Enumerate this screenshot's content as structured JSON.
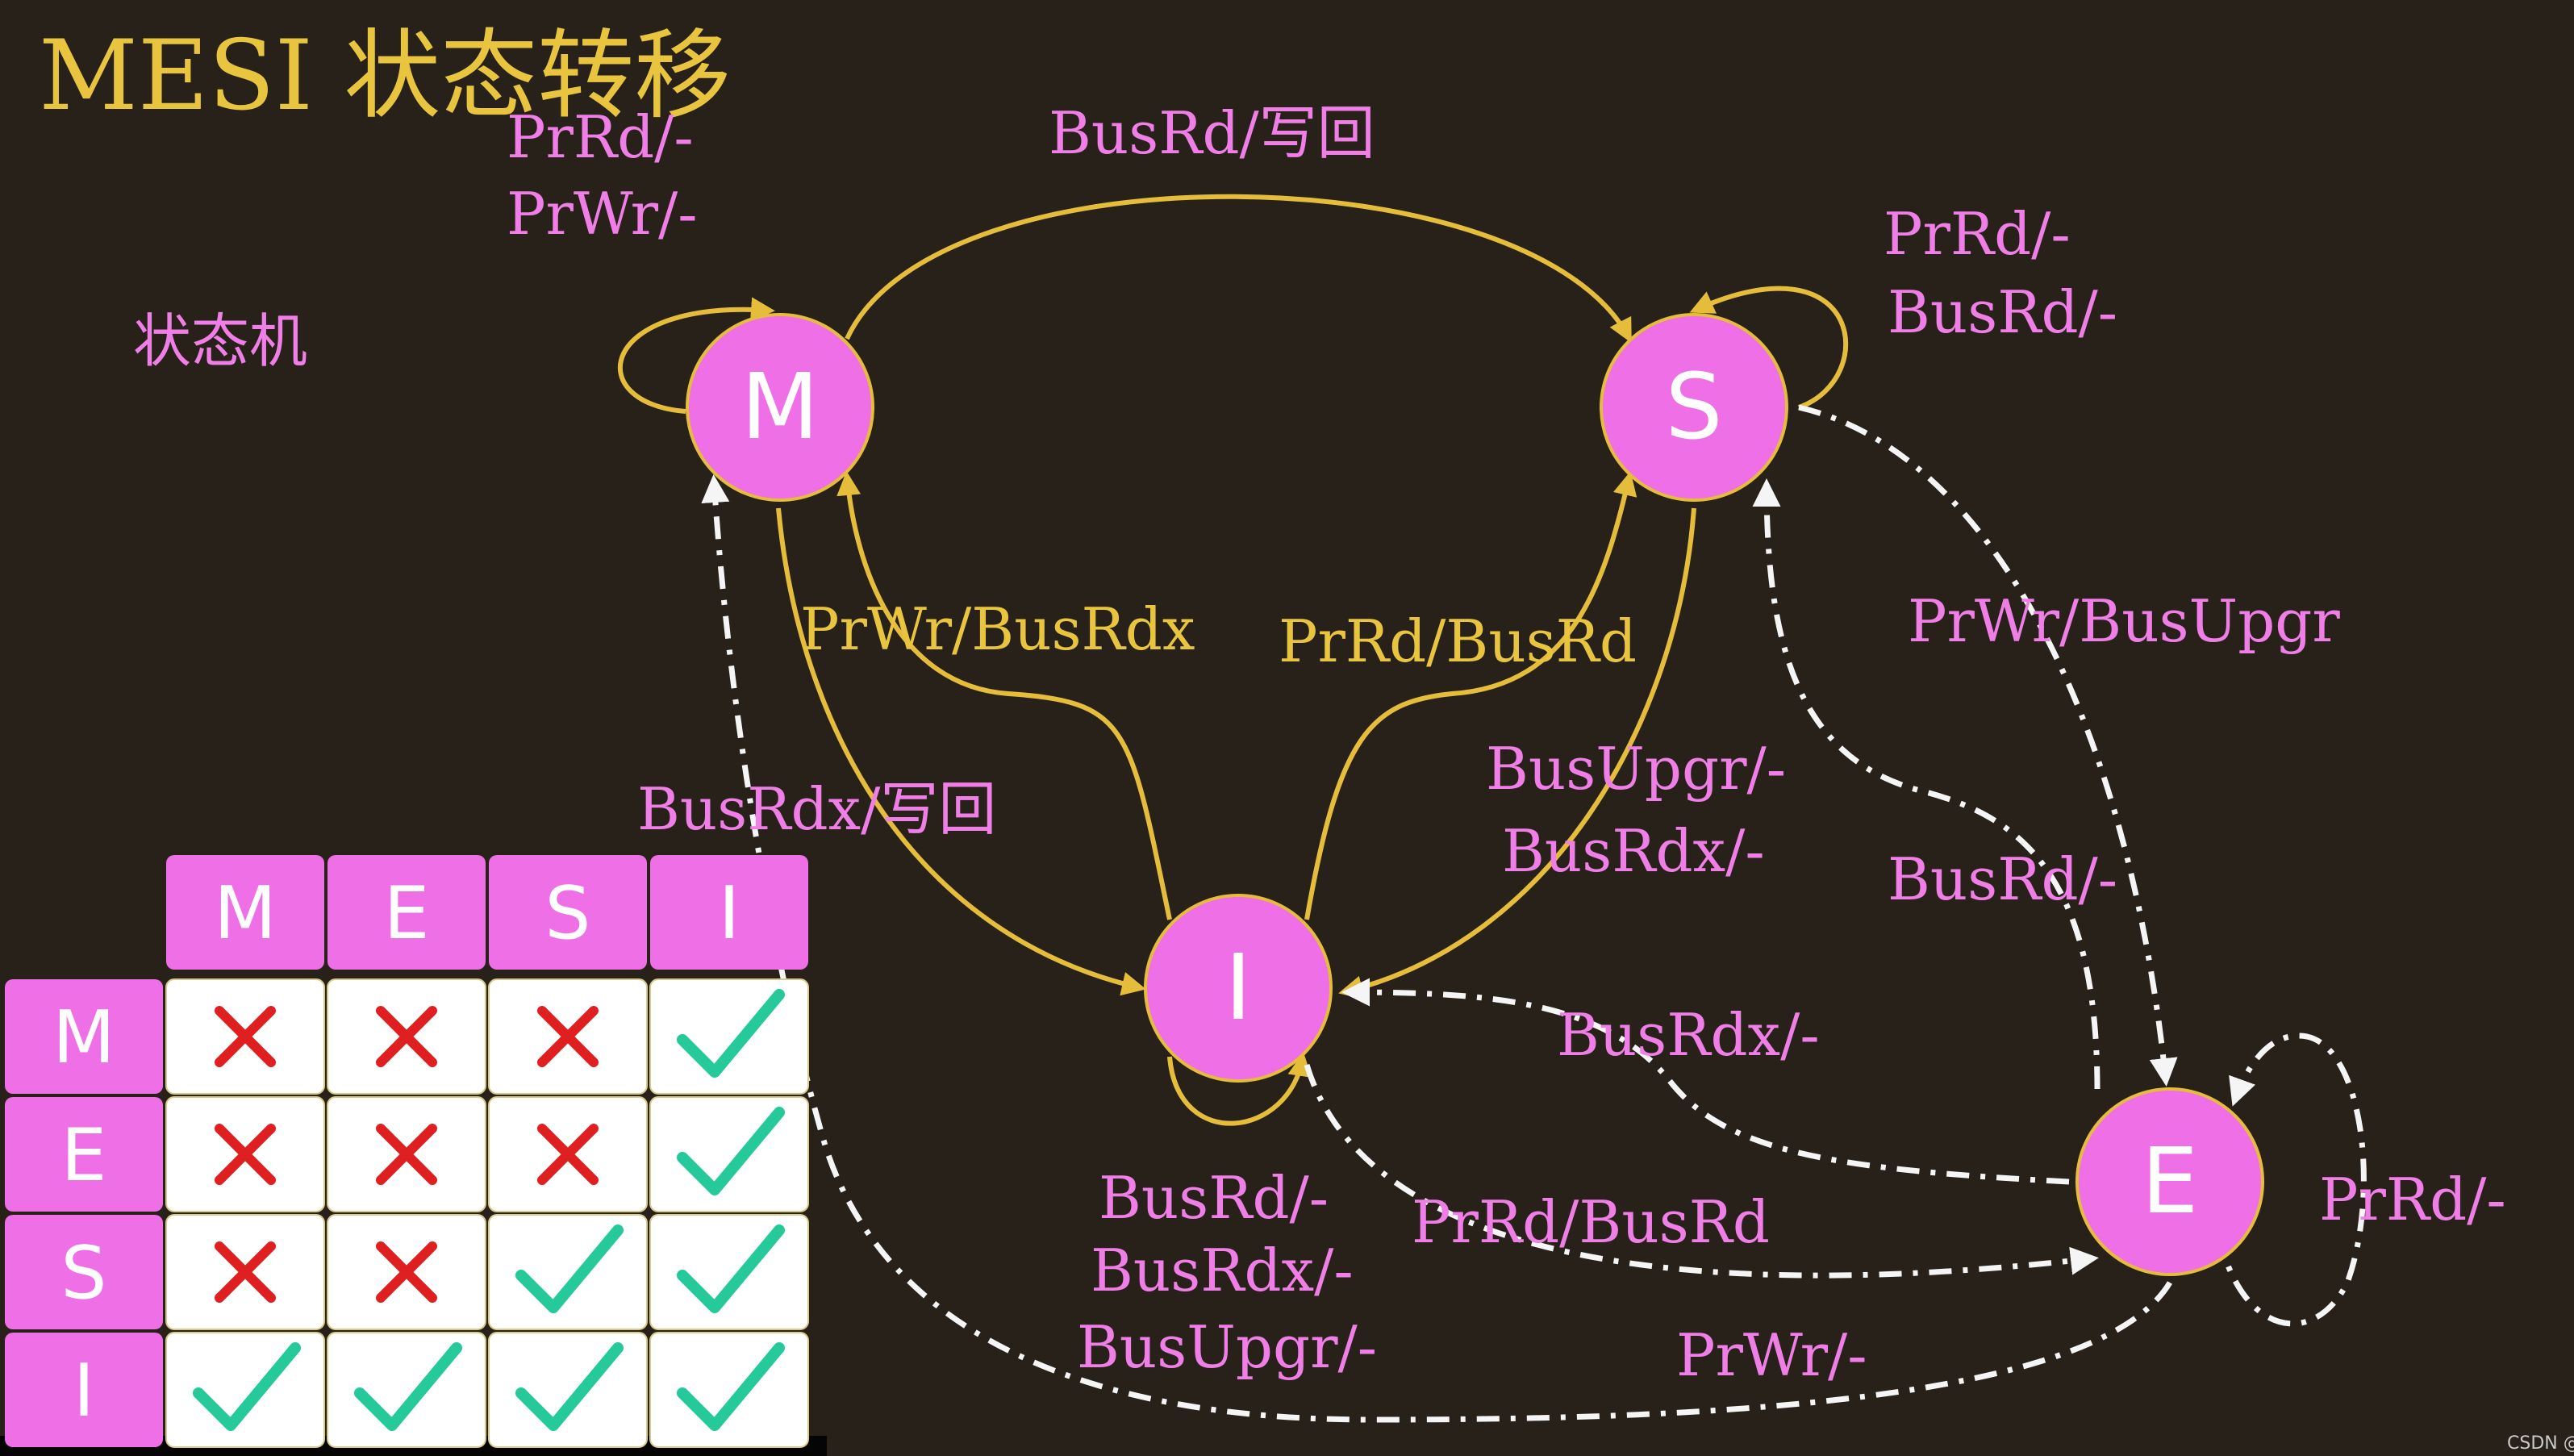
{
  "title": "MESI 状态转移",
  "subtitle": "状态机",
  "colors": {
    "background": "#272119",
    "node": "#ef6fe6",
    "gold": "#e6bd3b",
    "pink_text": "#ef7ee6",
    "table_head": "#ef6fe6",
    "check": "#25c99a",
    "cross": "#e02020"
  },
  "nodes": {
    "M": "M",
    "S": "S",
    "I": "I",
    "E": "E"
  },
  "edges": {
    "m_self_rd": "PrRd/-",
    "m_self_wr": "PrWr/-",
    "m_to_s": "BusRd/写回",
    "s_self_rd": "PrRd/-",
    "s_self_busrd": "BusRd/-",
    "i_to_m": "PrWr/BusRdx",
    "i_to_s": "PrRd/BusRd",
    "s_to_e": "PrWr/BusUpgr",
    "m_to_i": "BusRdx/写回",
    "s_to_i_upgr": "BusUpgr/-",
    "s_to_i_rdx": "BusRdx/-",
    "e_to_s": "BusRd/-",
    "e_to_i": "BusRdx/-",
    "i_self_rd": "BusRd/-",
    "i_self_rdx": "BusRdx/-",
    "i_self_upgr": "BusUpgr/-",
    "i_to_e": "PrRd/BusRd",
    "e_to_m": "PrWr/-",
    "e_self": "PrRd/-"
  },
  "compat_table": {
    "columns": [
      "M",
      "E",
      "S",
      "I"
    ],
    "rows": [
      {
        "label": "M",
        "cells": [
          false,
          false,
          false,
          true
        ]
      },
      {
        "label": "E",
        "cells": [
          false,
          false,
          false,
          true
        ]
      },
      {
        "label": "S",
        "cells": [
          false,
          false,
          true,
          true
        ]
      },
      {
        "label": "I",
        "cells": [
          true,
          true,
          true,
          true
        ]
      }
    ]
  },
  "credit": "CSDN @川峰"
}
